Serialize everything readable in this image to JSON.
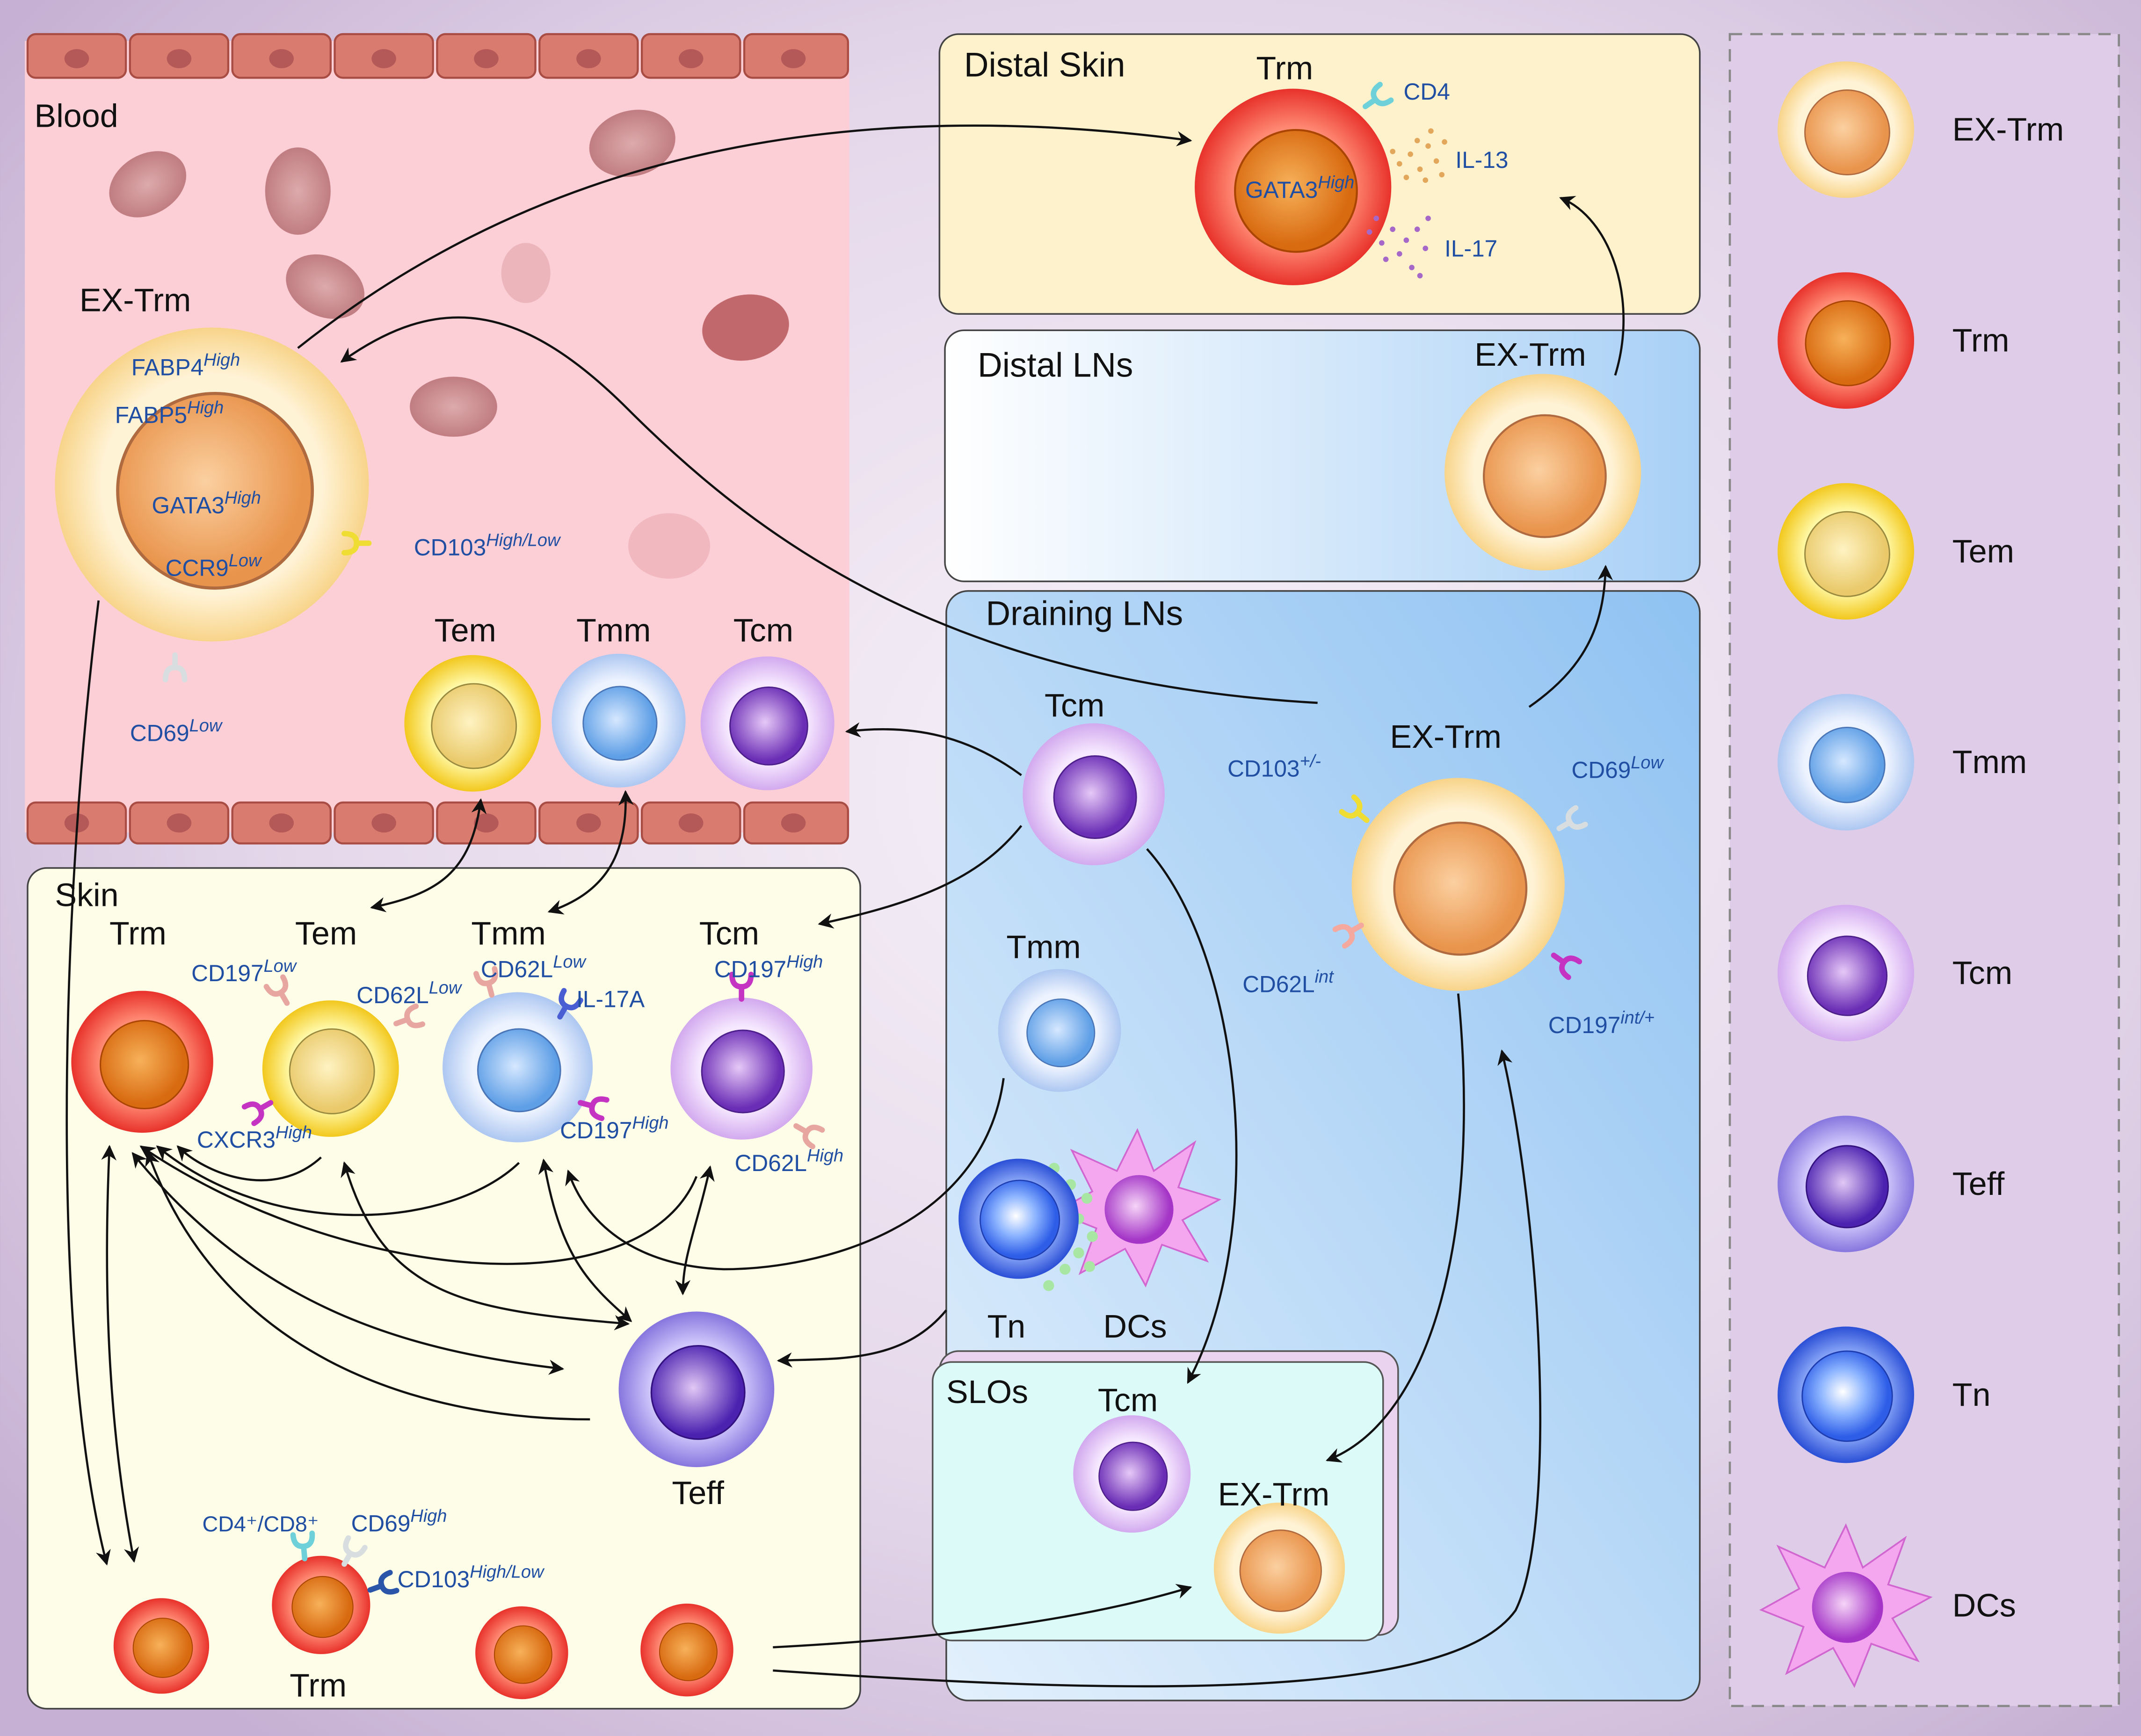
{
  "regions": {
    "blood": "Blood",
    "distal_skin": "Distal Skin",
    "distal_lns": "Distal LNs",
    "draining_lns": "Draining LNs",
    "skin": "Skin",
    "slos": "SLOs"
  },
  "cells": {
    "blood_extrm": "EX-Trm",
    "blood_tem": "Tem",
    "blood_tmm": "Tmm",
    "blood_tcm": "Tcm",
    "distal_skin_trm": "Trm",
    "distal_ln_extrm": "EX-Trm",
    "draining_tcm": "Tcm",
    "draining_tmm": "Tmm",
    "draining_extrm": "EX-Trm",
    "draining_tn": "Tn",
    "draining_dcs": "DCs",
    "skin_trm": "Trm",
    "skin_tem": "Tem",
    "skin_tmm": "Tmm",
    "skin_tcm": "Tcm",
    "skin_teff": "Teff",
    "skin_trm_bottom": "Trm",
    "slo_tcm": "Tcm",
    "slo_extrm": "EX-Trm"
  },
  "markers": {
    "fabp4": {
      "name": "FABP4",
      "sup": "High"
    },
    "fabp5": {
      "name": "FABP5",
      "sup": "High"
    },
    "gata3_blood": {
      "name": "GATA3",
      "sup": "High"
    },
    "ccr9": {
      "name": "CCR9",
      "sup": "Low"
    },
    "cd103_blood": {
      "name": "CD103",
      "sup": "High/Low"
    },
    "cd69_blood": {
      "name": "CD69",
      "sup": "Low"
    },
    "cd4_distal": {
      "name": "CD4",
      "sup": ""
    },
    "gata3_distal": {
      "name": "GATA3",
      "sup": "High"
    },
    "il13": {
      "name": "IL-13",
      "sup": ""
    },
    "il17": {
      "name": "IL-17",
      "sup": ""
    },
    "cd103_drain": {
      "name": "CD103",
      "sup": "+/-"
    },
    "cd69_drain": {
      "name": "CD69",
      "sup": "Low"
    },
    "cd62l_drain": {
      "name": "CD62L",
      "sup": "int"
    },
    "cd197_drain": {
      "name": "CD197",
      "sup": "int/+"
    },
    "cd197_tem": {
      "name": "CD197",
      "sup": "Low"
    },
    "cd62l_tem": {
      "name": "CD62L",
      "sup": "Low"
    },
    "cxcr3_tem": {
      "name": "CXCR3",
      "sup": "High"
    },
    "cd62l_tmm": {
      "name": "CD62L",
      "sup": "Low"
    },
    "il17a_tmm": {
      "name": "IL-17A",
      "sup": ""
    },
    "cd197_tmm": {
      "name": "CD197",
      "sup": "High"
    },
    "cd197_tcm": {
      "name": "CD197",
      "sup": "High"
    },
    "cd62l_tcm": {
      "name": "CD62L",
      "sup": "High"
    },
    "cd4cd8_trm": "CD4⁺/CD8⁺",
    "cd69_trm": {
      "name": "CD69",
      "sup": "High"
    },
    "cd103_trm": {
      "name": "CD103",
      "sup": "High/Low"
    }
  },
  "legend": [
    {
      "label": "EX-Trm",
      "type": "extrm"
    },
    {
      "label": "Trm",
      "type": "trm"
    },
    {
      "label": "Tem",
      "type": "tem"
    },
    {
      "label": "Tmm",
      "type": "tmm"
    },
    {
      "label": "Tcm",
      "type": "tcm"
    },
    {
      "label": "Teff",
      "type": "teff"
    },
    {
      "label": "Tn",
      "type": "tn"
    },
    {
      "label": "DCs",
      "type": "dc"
    }
  ],
  "colors": {
    "extrm": "#fde7b8",
    "trm": "#f0574a",
    "tem": "#f7dc3a",
    "tmm": "#bcd4f6",
    "tcm": "#dab8f0",
    "teff": "#a69ae8",
    "tn": "#3e63dc",
    "dc": "#f08fe6"
  }
}
